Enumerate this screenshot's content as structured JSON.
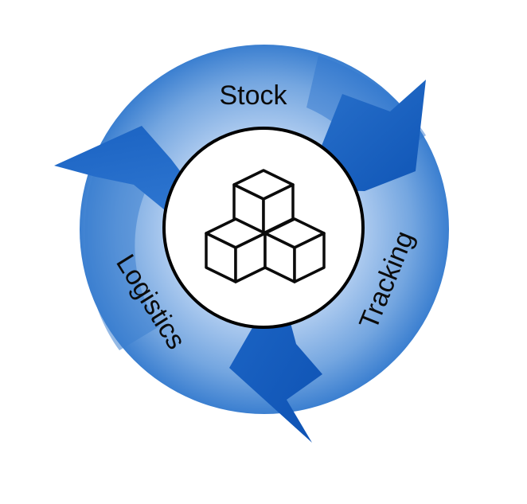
{
  "diagram": {
    "labels": {
      "top": "Stock",
      "right": "Tracking",
      "left": "Logistics"
    },
    "center_icon": "stacked-boxes-icon",
    "colors": {
      "ring_light": "#a7c7ee",
      "ring_mid": "#5e97da",
      "ring_dark": "#1457b8",
      "arrow": "#1560c4",
      "center_fill": "#ffffff",
      "outline": "#000000"
    }
  }
}
